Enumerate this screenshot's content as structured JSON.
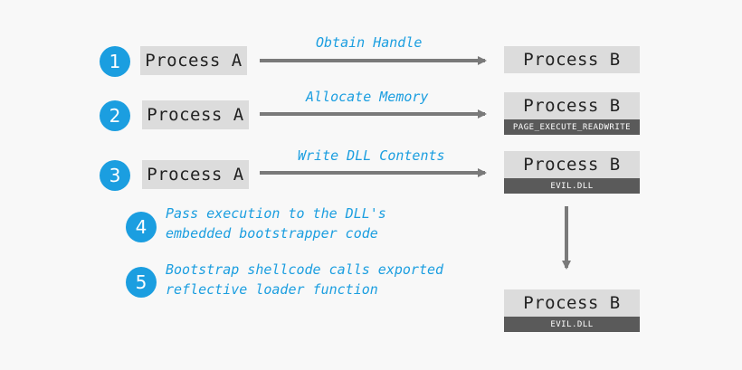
{
  "steps": [
    {
      "number": "1",
      "source": "Process A",
      "action": "Obtain Handle",
      "target": "Process B",
      "target_tag": ""
    },
    {
      "number": "2",
      "source": "Process A",
      "action": "Allocate Memory",
      "target": "Process B",
      "target_tag": "PAGE_EXECUTE_READWRITE"
    },
    {
      "number": "3",
      "source": "Process A",
      "action": "Write DLL Contents",
      "target": "Process B",
      "target_tag": "EVIL.DLL"
    }
  ],
  "notes": [
    {
      "number": "4",
      "line1": "Pass execution to the DLL's",
      "line2": "embedded bootstrapper code"
    },
    {
      "number": "5",
      "line1": "Bootstrap shellcode calls exported",
      "line2": "reflective loader function"
    }
  ],
  "final": {
    "target": "Process B",
    "target_tag": "EVIL.DLL"
  },
  "colors": {
    "accent": "#1b9ee0",
    "box": "#dcdcdc",
    "tag": "#5a5a5a",
    "arrow": "#7a7a7a"
  }
}
